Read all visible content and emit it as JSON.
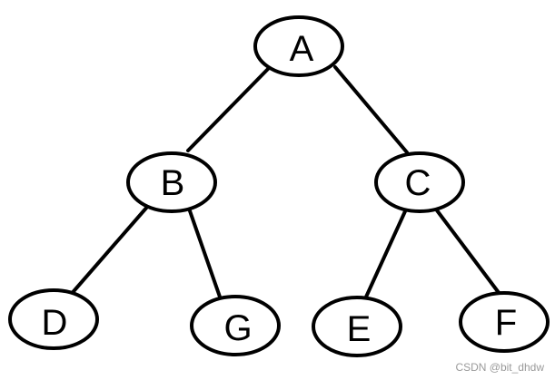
{
  "tree": {
    "nodes": [
      {
        "id": "A",
        "label": "A"
      },
      {
        "id": "B",
        "label": "B"
      },
      {
        "id": "C",
        "label": "C"
      },
      {
        "id": "D",
        "label": "D"
      },
      {
        "id": "G",
        "label": "G"
      },
      {
        "id": "E",
        "label": "E"
      },
      {
        "id": "F",
        "label": "F"
      }
    ],
    "edges": [
      {
        "from": "A",
        "to": "B"
      },
      {
        "from": "A",
        "to": "C"
      },
      {
        "from": "B",
        "to": "D"
      },
      {
        "from": "B",
        "to": "G"
      },
      {
        "from": "C",
        "to": "E"
      },
      {
        "from": "C",
        "to": "F"
      }
    ]
  },
  "watermark": "CSDN @bit_dhdw"
}
